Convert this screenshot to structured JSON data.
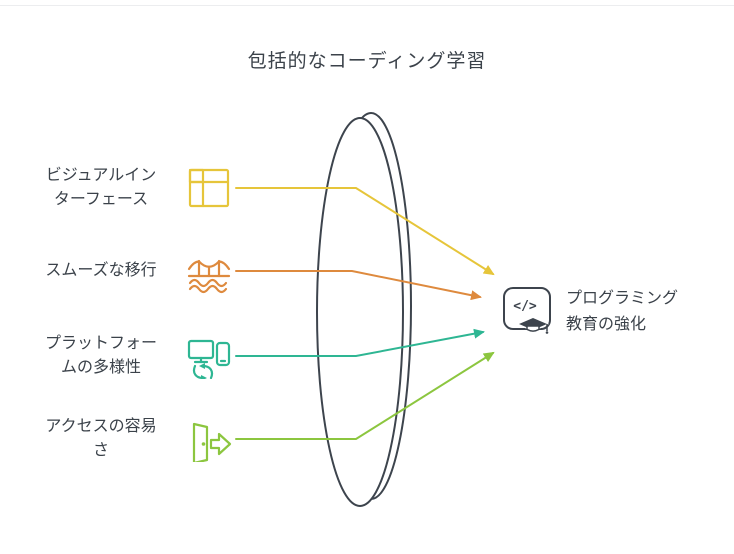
{
  "title": "包括的なコーディング学習",
  "items": [
    {
      "label": "ビジュアルイン\nターフェース",
      "icon": "layout-grid-icon",
      "color": "#e6c53a"
    },
    {
      "label": "スムーズな移行",
      "icon": "bridge-icon",
      "color": "#de8a3e"
    },
    {
      "label": "プラットフォー\nムの多様性",
      "icon": "devices-sync-icon",
      "color": "#2eb693"
    },
    {
      "label": "アクセスの容易\nさ",
      "icon": "open-door-icon",
      "color": "#8cc63f"
    }
  ],
  "result": {
    "label": "プログラミング\n教育の強化",
    "icon": "code-education-icon",
    "code_glyph": "</>"
  },
  "colors": {
    "ink": "#3d444d",
    "text": "#3b424a",
    "background": "#ffffff"
  }
}
